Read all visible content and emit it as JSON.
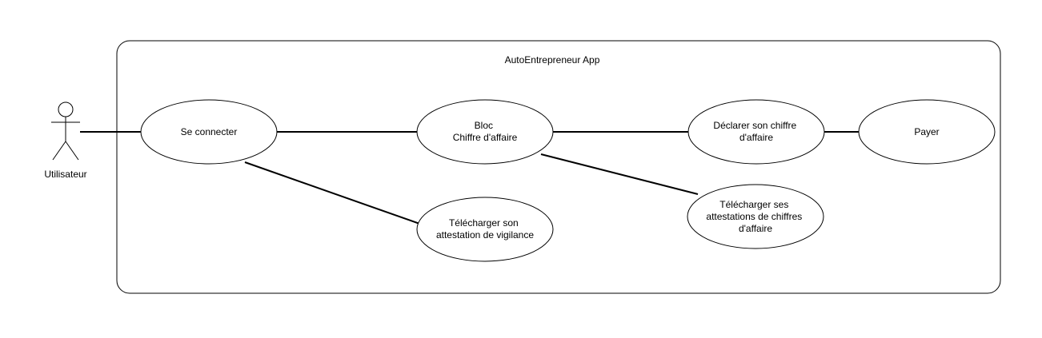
{
  "system": {
    "title": "AutoEntrepreneur App"
  },
  "actor": {
    "label": "Utilisateur"
  },
  "use_cases": {
    "se_connecter": {
      "lines": [
        "Se connecter"
      ]
    },
    "bloc_ca": {
      "lines": [
        "Bloc",
        "Chiffre d'affaire"
      ]
    },
    "declarer_ca": {
      "lines": [
        "Déclarer son chiffre",
        "d'affaire"
      ]
    },
    "payer": {
      "lines": [
        "Payer"
      ]
    },
    "telecharger_vigilance": {
      "lines": [
        "Télécharger son",
        "attestation de vigilance"
      ]
    },
    "telecharger_attestations_ca": {
      "lines": [
        "Télécharger ses",
        "attestations de chiffres",
        "d'affaire"
      ]
    }
  },
  "colors": {
    "stroke": "#000000",
    "fill": "#ffffff"
  }
}
